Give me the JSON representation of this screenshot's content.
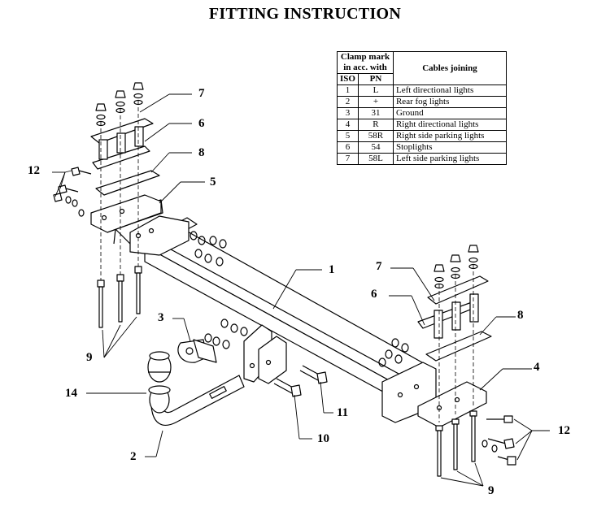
{
  "title": "FITTING INSTRUCTION",
  "table": {
    "header_clamp": [
      "Clamp mark",
      "in acc. with"
    ],
    "header_cables": "Cables joining",
    "header_iso": "ISO",
    "header_pn": "PN",
    "rows": [
      {
        "iso": "1",
        "pn": "L",
        "desc": "Left directional lights"
      },
      {
        "iso": "2",
        "pn": "+",
        "desc": "Rear fog lights"
      },
      {
        "iso": "3",
        "pn": "31",
        "desc": "Ground"
      },
      {
        "iso": "4",
        "pn": "R",
        "desc": "Right directional lights"
      },
      {
        "iso": "5",
        "pn": "58R",
        "desc": "Right side parking lights"
      },
      {
        "iso": "6",
        "pn": "54",
        "desc": "Stoplights"
      },
      {
        "iso": "7",
        "pn": "58L",
        "desc": "Left side parking lights"
      }
    ]
  },
  "labels": {
    "l1": "1",
    "l2": "2",
    "l3": "3",
    "l4": "4",
    "l5": "5",
    "l6a": "6",
    "l6b": "6",
    "l7a": "7",
    "l7b": "7",
    "l8a": "8",
    "l8b": "8",
    "l9a": "9",
    "l9b": "9",
    "l10": "10",
    "l11": "11",
    "l12a": "12",
    "l12b": "12",
    "l14": "14"
  }
}
